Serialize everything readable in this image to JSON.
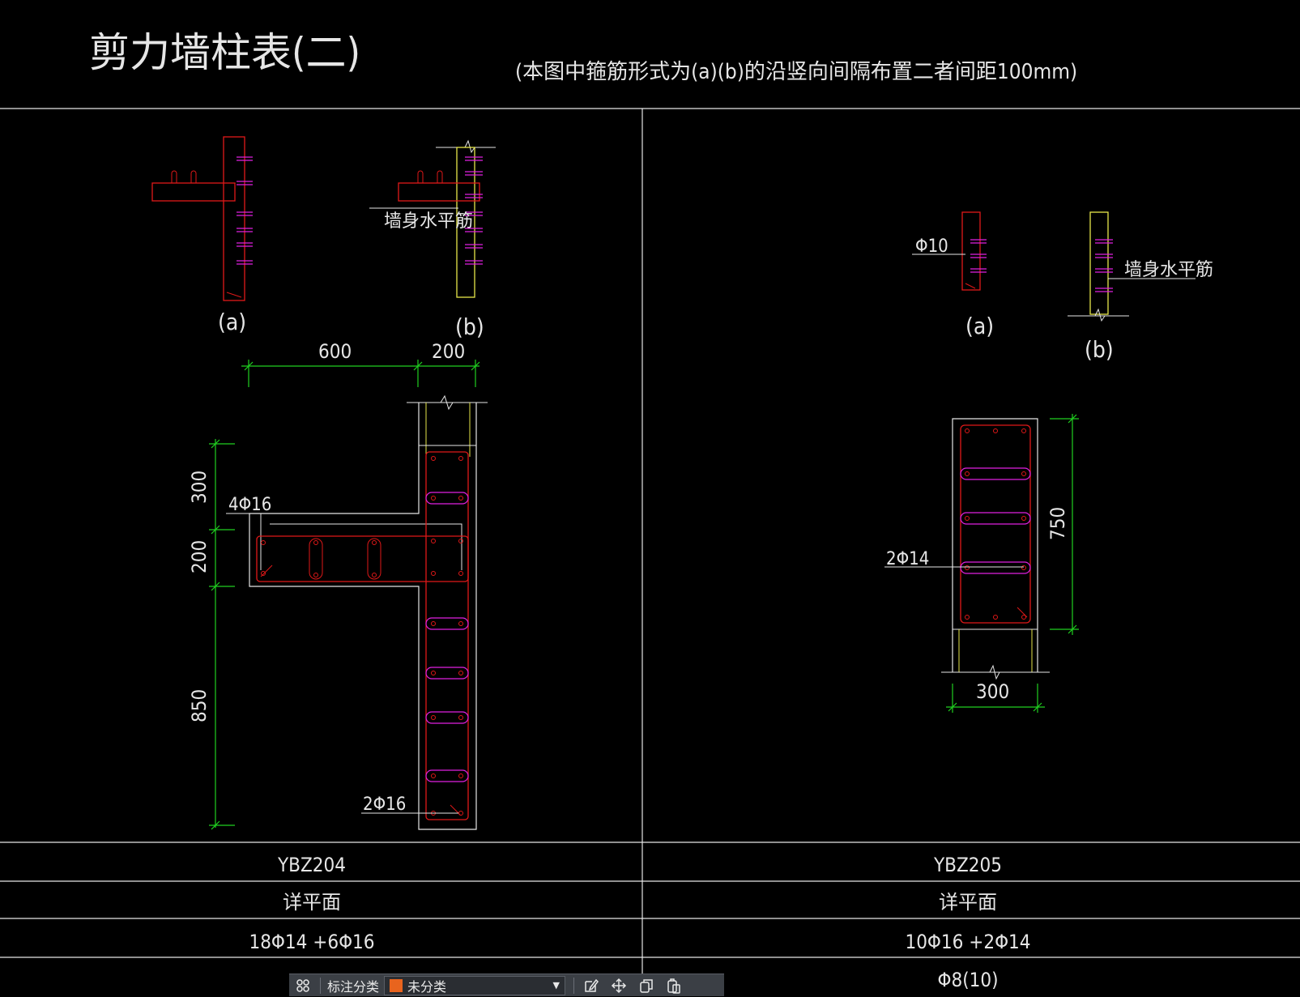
{
  "drawing": {
    "title": "剪力墙柱表(二)",
    "note": "(本图中箍筋形式为(a)(b)的沿竖向间隔布置二者间距100mm)"
  },
  "left_detail": {
    "label_a": "(a)",
    "label_b": "(b)",
    "wall_horizontal_bar": "墙身水平筋",
    "dim_600": "600",
    "dim_200_top": "200",
    "dim_300": "300",
    "dim_200_side": "200",
    "dim_850": "850",
    "rebar_4phi16": "4Φ16",
    "rebar_2phi16": "2Φ16"
  },
  "right_detail": {
    "label_a": "(a)",
    "label_b": "(b)",
    "phi10": "Φ10",
    "wall_horizontal_bar": "墙身水平筋",
    "dim_750": "750",
    "dim_300": "300",
    "rebar_2phi14": "2Φ14"
  },
  "table": {
    "rows": [
      {
        "left": "YBZ204",
        "right": "YBZ205"
      },
      {
        "left": "详平面",
        "right": "详平面"
      },
      {
        "left": "18Φ14 +6Φ16",
        "right": "10Φ16 +2Φ14"
      },
      {
        "left": "",
        "right": "Φ8(10)"
      }
    ]
  },
  "toolbar": {
    "label": "标注分类",
    "category": "未分类",
    "category_color": "#e8641e",
    "icons": [
      "grid-icon",
      "edit-icon",
      "move-icon",
      "copy-icon",
      "paste-icon"
    ]
  },
  "colors": {
    "line_white": "#e6e6e6",
    "rebar_red": "#e01818",
    "stirrup_magenta": "#e020e0",
    "dim_green": "#20d020",
    "wall_yellow": "#e6e64a",
    "annotation_cyan": "#20c8e0"
  }
}
